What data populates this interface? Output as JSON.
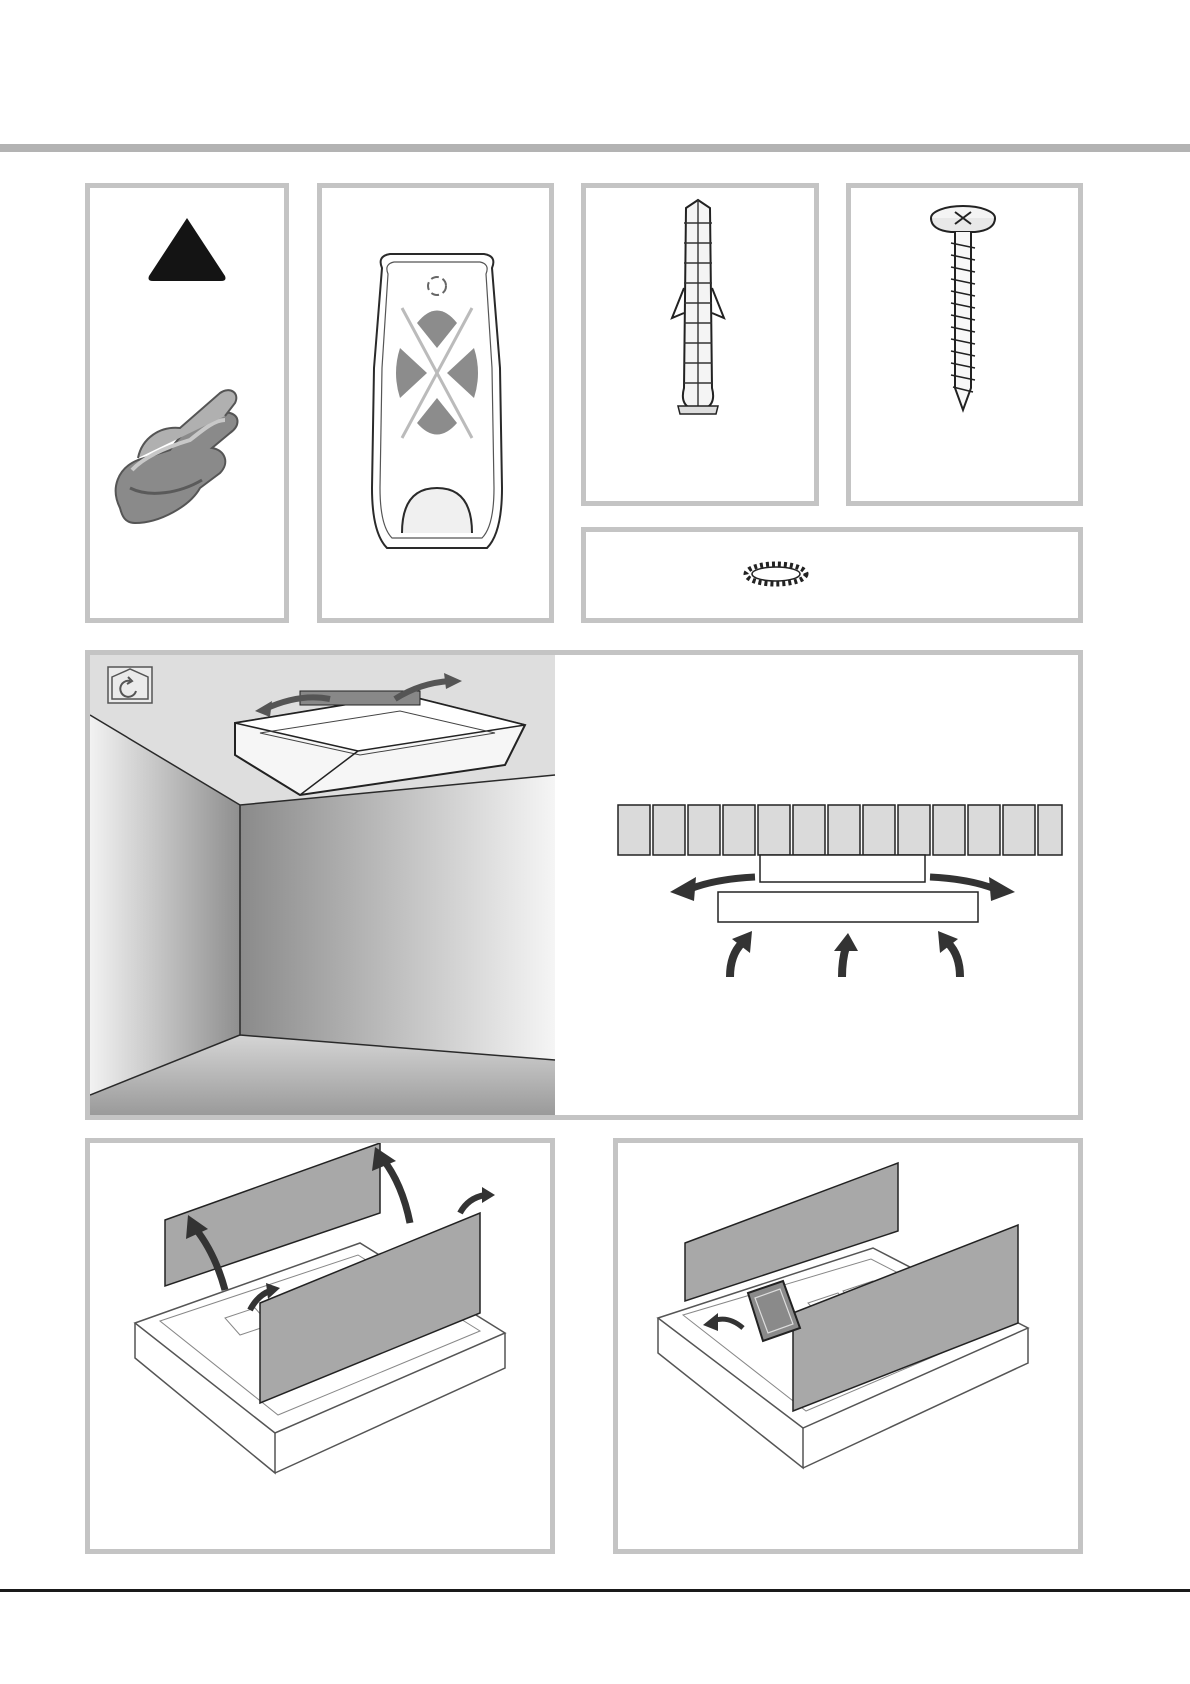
{
  "page": {
    "header_rule_color": "#b3b3b3",
    "footer_rule_color": "#1a1a1a",
    "panel_border_color": "#c4c4c4"
  },
  "icons": {
    "warning": "warning-triangle-icon",
    "gloves": "protective-gloves-icon",
    "remote": "remote-control-icon",
    "wall_plug": "wall-plug-icon",
    "screw": "screw-icon",
    "washer": "toothed-washer-icon",
    "recirculation": "recirculation-mode-icon"
  },
  "illustrations": {
    "room": "ceiling-hood-in-room",
    "airflow": "airflow-diagram",
    "panels_open": "hood-panels-opening",
    "filter_removal": "hood-filter-removal"
  }
}
